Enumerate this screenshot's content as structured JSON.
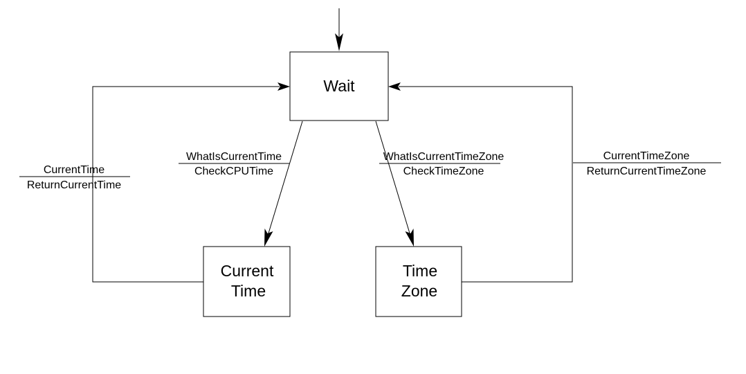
{
  "states": {
    "wait": "Wait",
    "current_time": {
      "line1": "Current",
      "line2": "Time"
    },
    "time_zone": {
      "line1": "Time",
      "line2": "Zone"
    }
  },
  "transitions": {
    "what_is_current_time": {
      "event": "WhatIsCurrentTime",
      "action": "CheckCPUTime"
    },
    "what_is_current_time_zone": {
      "event": "WhatIsCurrentTimeZone",
      "action": "CheckTimeZone"
    },
    "current_time_return": {
      "event": "CurrentTime",
      "action": "ReturnCurrentTime"
    },
    "current_time_zone_return": {
      "event": "CurrentTimeZone",
      "action": "ReturnCurrentTimeZone"
    }
  }
}
